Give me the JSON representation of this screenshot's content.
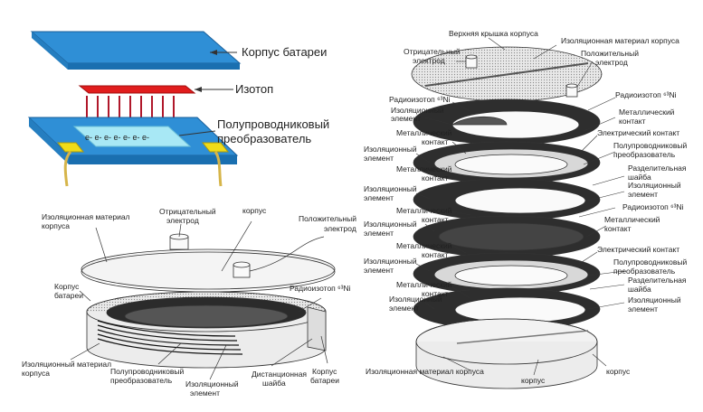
{
  "top_left": {
    "labels": {
      "battery_case": "Корпус батареи",
      "isotope": "Изотоп",
      "converter_line1": "Полупроводниковый",
      "converter_line2": "преобразователь",
      "electron_text": "e- e- e- e- e- e- e-"
    },
    "colors": {
      "plate": "#2f8fd6",
      "isotope": "#e11d1d",
      "arrow": "#b0182b",
      "converter": "#a8e8f5",
      "contact": "#f0dc18",
      "wire": "#d6b54a"
    }
  },
  "bottom_left": {
    "labels": {
      "neg_electrode_1": "Отрицательный",
      "neg_electrode_2": "электрод",
      "case": "корпус",
      "insul_material_1": "Изоляционная материал",
      "insul_material_2": "корпуса",
      "pos_electrode_1": "Положительный",
      "pos_electrode_2": "электрод",
      "battery_case_1": "Корпус",
      "battery_case_2": "батареи",
      "radioisotope": "Радиоизотоп ⁶³Ni",
      "insul_material_b1": "Изоляционный материал",
      "insul_material_b2": "корпуса",
      "converter_1": "Полупроводниковый",
      "converter_2": "преобразователь",
      "insul_element_1": "Изоляционный",
      "insul_element_2": "элемент",
      "spacer_1": "Дистанционная",
      "spacer_2": "шайба",
      "battery_case_b1": "Корпус",
      "battery_case_b2": "батареи"
    }
  },
  "right": {
    "labels": {
      "top_cover": "Верхняя крышка корпуса",
      "neg_electrode_1": "Отрицательный",
      "neg_electrode_2": "электрод",
      "insul_material": "Изоляционная материал корпуса",
      "pos_electrode_1": "Положительный",
      "pos_electrode_2": "электрод",
      "radioisotope_l": "Радиоизотоп ⁶³Ni",
      "radioisotope_r": "Радиоизотоп ⁶³Ni",
      "insul_element_1": "Изоляционный",
      "insul_element_2": "элемент",
      "metal_contact_1": "Металлический",
      "metal_contact_2": "контакт",
      "electric_contact": "Электрический контакт",
      "converter_1": "Полупроводниковый",
      "converter_2": "преобразователь",
      "spacer_1": "Разделительная",
      "spacer_2": "шайба",
      "radioisotope_mid": "Радиоизотоп ⁶³Ni",
      "bottom_material": "Изоляционная материал корпуса",
      "case_1": "корпус",
      "case_2": "корпус"
    }
  }
}
